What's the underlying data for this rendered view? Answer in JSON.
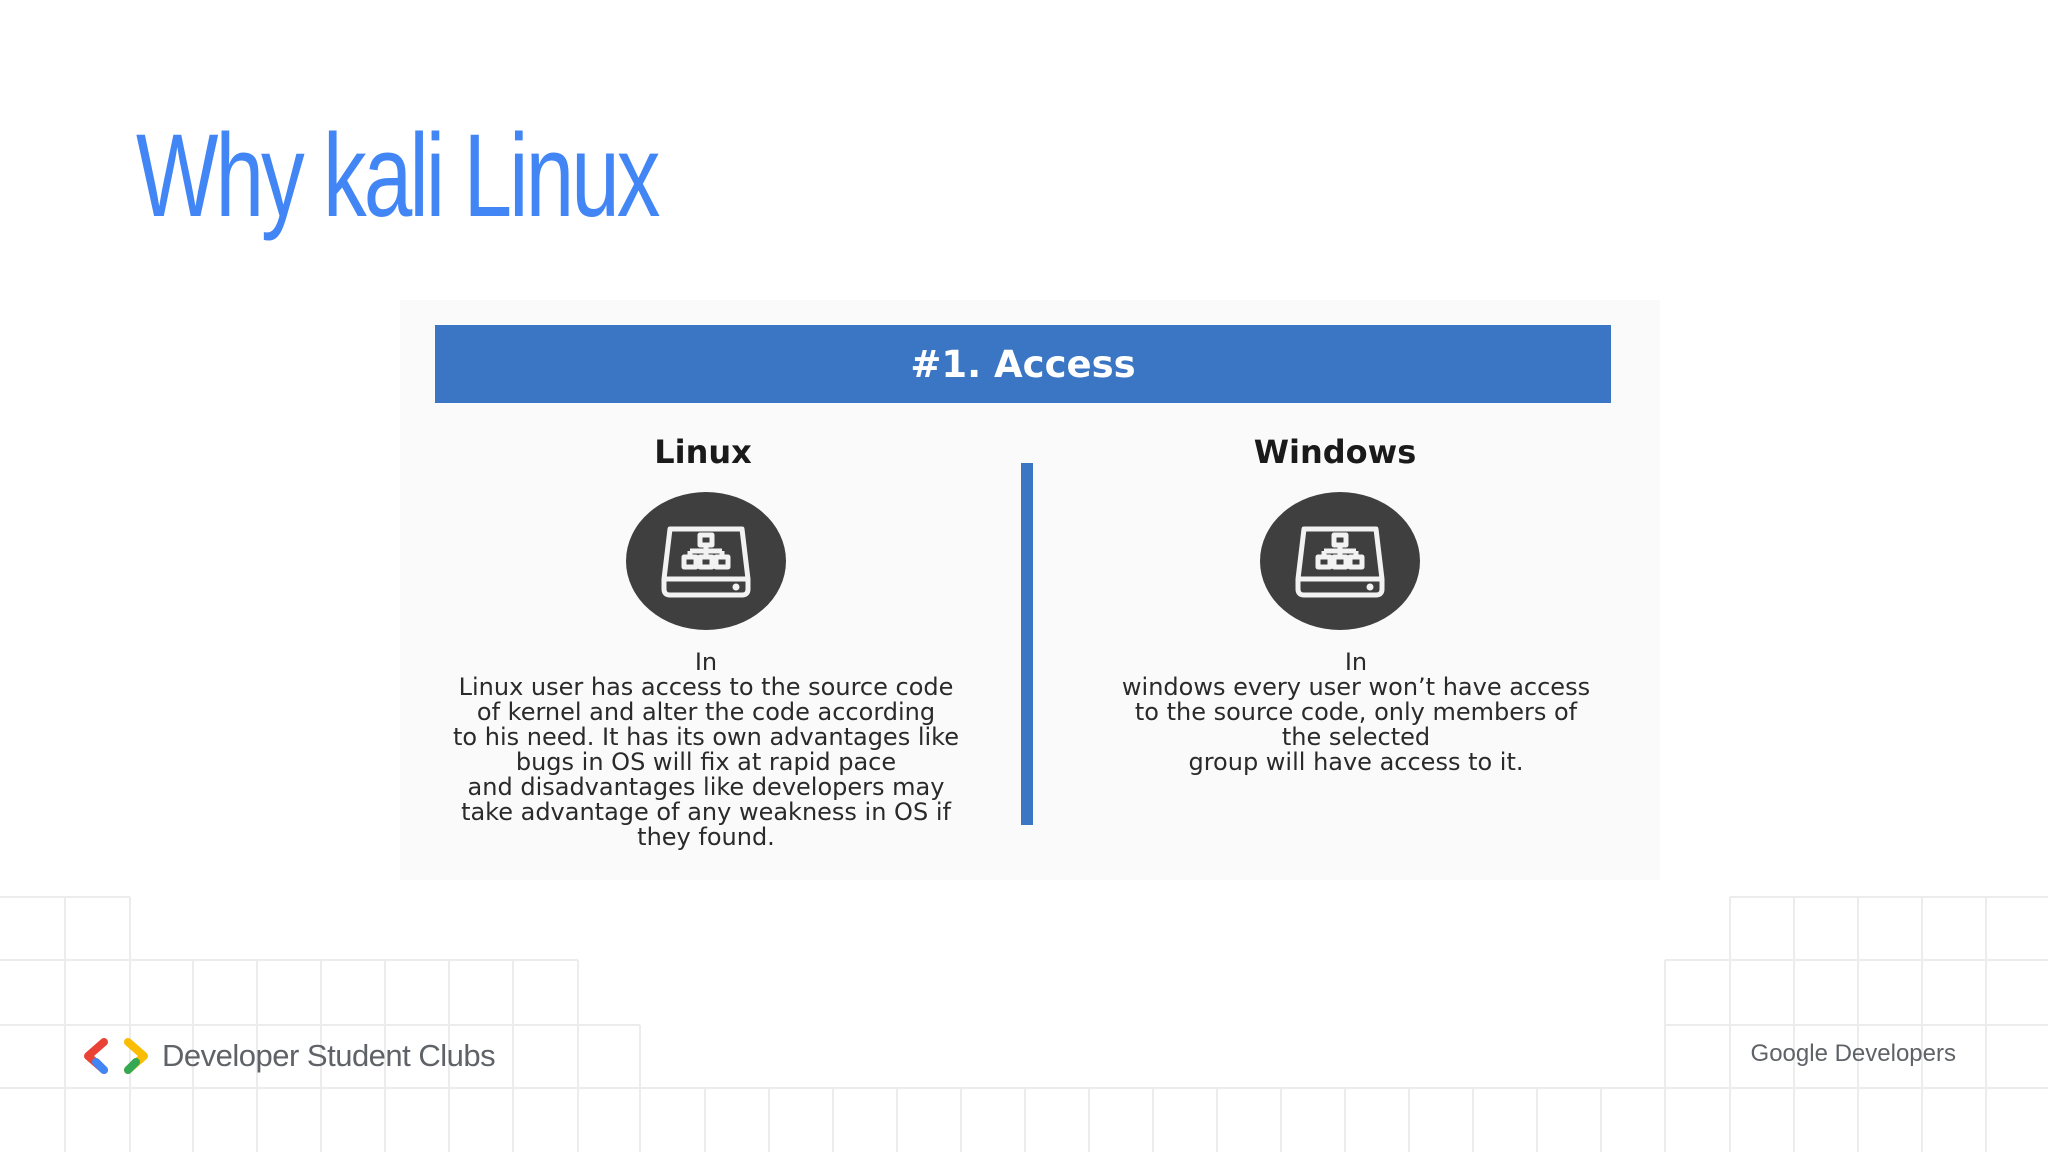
{
  "slide": {
    "title": "Why kali Linux"
  },
  "figure": {
    "banner": "#1. Access",
    "left_column": {
      "heading": "Linux",
      "icon": "server-drive-icon",
      "text": "In\nLinux user has access to the source code\nof kernel and alter the code according\nto his need. It has its own advantages like\nbugs in OS will fix at rapid pace\nand disadvantages like developers may\ntake advantage of any weakness in OS if\nthey found."
    },
    "right_column": {
      "heading": "Windows",
      "icon": "server-drive-icon",
      "text": "In\nwindows every user won’t have access\nto the source code, only members of\nthe selected\ngroup will have access to it."
    }
  },
  "footer": {
    "left_brand": "Developer Student Clubs",
    "right_brand_google": "Google",
    "right_brand_developers": "Developers"
  },
  "colors": {
    "title": "#4285f4",
    "banner": "#3a76c3",
    "icon_circle": "#3f3f3f",
    "footer_text": "#5f6368"
  }
}
